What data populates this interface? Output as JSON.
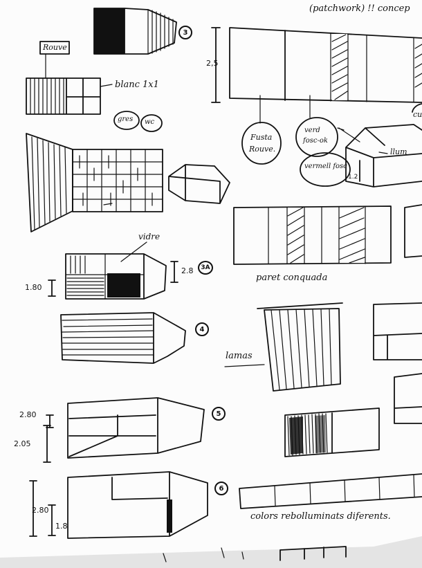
{
  "header": {
    "note": "(patchwork) !! concep"
  },
  "labels": {
    "rouve_tag": "Rouve",
    "blanc": "blanc 1x1",
    "gres": "gres",
    "wc": "wc",
    "vidre": "vidre",
    "fusta_line1": "Fusta",
    "fusta_line2": "Rouve.",
    "verd_line1": "verd",
    "verd_line2": "fosc-ok",
    "vermell": "vermell fosc",
    "llum": "llum",
    "cu": "cu",
    "paret": "paret conquada",
    "lamas": "lamas",
    "colors": "colors rebolluminats diferents."
  },
  "markers": [
    "3",
    "3A",
    "4",
    "5",
    "6"
  ],
  "dimensions": {
    "d25": "2,5",
    "d28": "2.8",
    "d180": "1.80",
    "d280a": "2.80",
    "d205": "2.05",
    "d280b": "2.80",
    "d18": "1.8",
    "d1p": "1.2"
  }
}
